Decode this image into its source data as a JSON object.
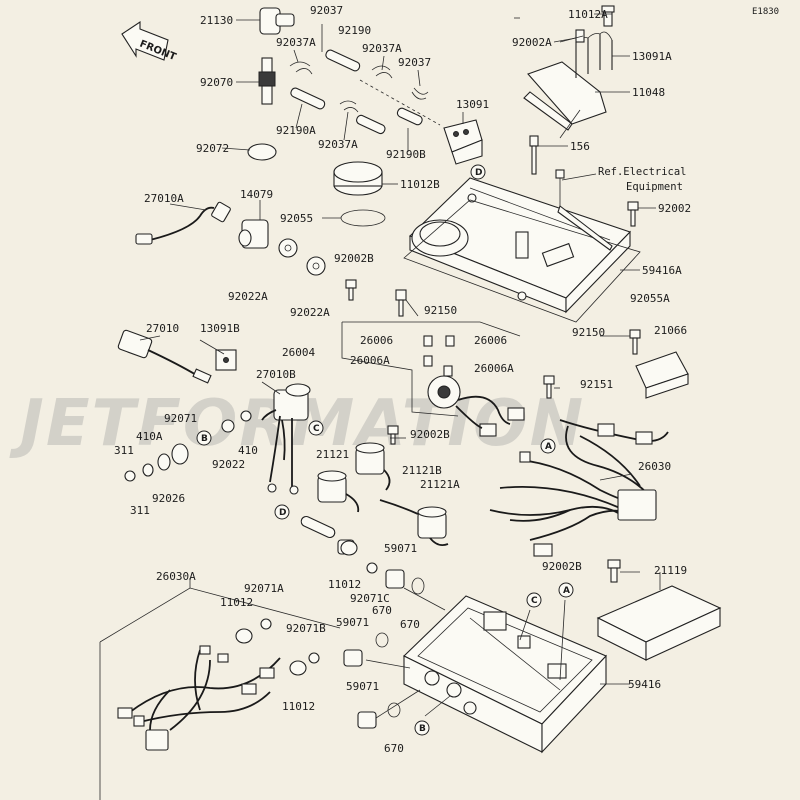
{
  "diagram_code": "E1830",
  "front_label": "FRONT",
  "ref_note": {
    "line1": "Ref.Electrical",
    "line2": "Equipment"
  },
  "watermark": "JETFORMATION",
  "part_labels": [
    "21130",
    "92037",
    "92190",
    "92037A",
    "92037A",
    "92070",
    "92037",
    "92190A",
    "92037A",
    "92190B",
    "13091",
    "92072",
    "11012A",
    "92002A",
    "13091A",
    "11048",
    "156",
    "11012B",
    "27010A",
    "14079",
    "92055",
    "92002",
    "92002B",
    "59416A",
    "92055A",
    "92022A",
    "92022A",
    "92150",
    "26006",
    "26006",
    "26004",
    "26006A",
    "26006A",
    "92150",
    "21066",
    "27010",
    "13091B",
    "27010B",
    "92151",
    "92071",
    "410A",
    "92022",
    "410",
    "92002B",
    "311",
    "92026",
    "311",
    "21121",
    "21121B",
    "21121A",
    "26030",
    "59071",
    "11012",
    "92002B",
    "21119",
    "26030A",
    "92071A",
    "11012",
    "92071B",
    "11012",
    "92071C",
    "670",
    "59071",
    "670",
    "59416",
    "59071",
    "670"
  ],
  "callouts": [
    "D",
    "B",
    "C",
    "A",
    "D",
    "C",
    "A",
    "B"
  ]
}
